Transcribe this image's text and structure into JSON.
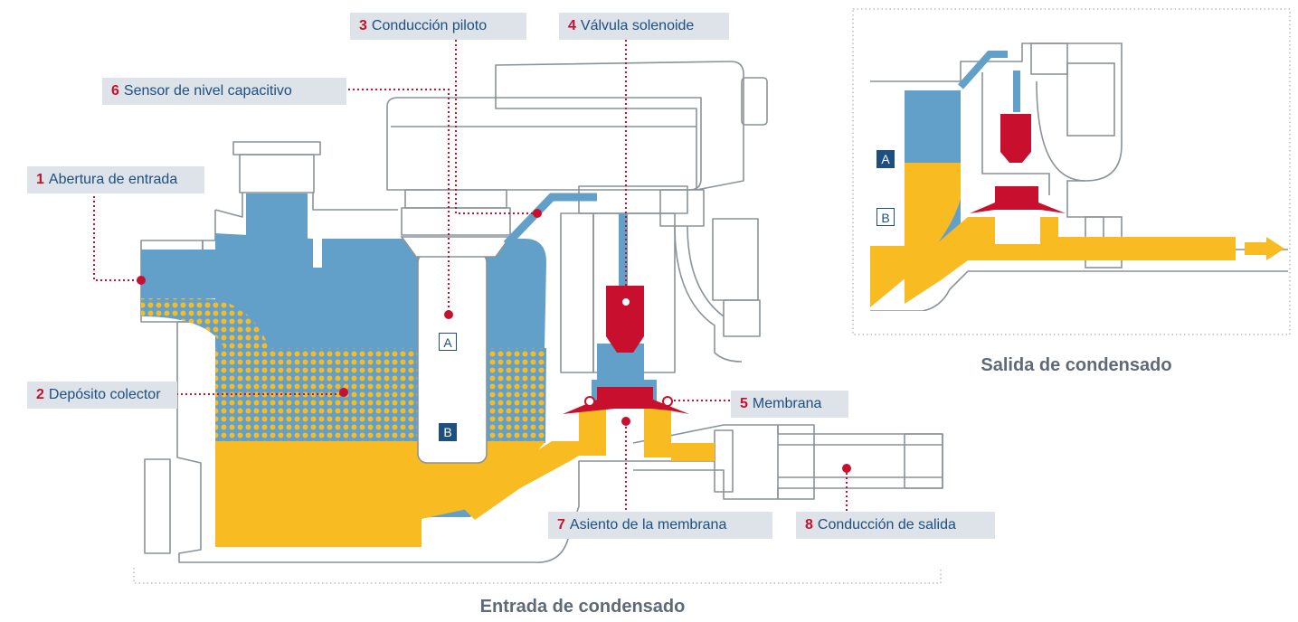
{
  "labels": [
    {
      "num": "1",
      "text": "Abertura de entrada"
    },
    {
      "num": "2",
      "text": "Depósito colector"
    },
    {
      "num": "3",
      "text": "Conducción piloto"
    },
    {
      "num": "4",
      "text": "Válvula solenoide"
    },
    {
      "num": "5",
      "text": "Membrana"
    },
    {
      "num": "6",
      "text": "Sensor de nivel capacitivo"
    },
    {
      "num": "7",
      "text": "Asiento de la  membrana"
    },
    {
      "num": "8",
      "text": "Conducción de salida"
    }
  ],
  "level_markers": {
    "upper": "A",
    "lower": "B"
  },
  "captions": {
    "inlet": "Entrada de condensado",
    "outlet": "Salida de condensado"
  },
  "colors": {
    "label_bg": "#dde3e9",
    "label_text": "#1d4f80",
    "accent_red": "#c8102e",
    "air_blue": "#62a0ca",
    "condensate_yellow": "#f9bb22",
    "marker_navy": "#1d4f80",
    "outline_gray": "#8a9399",
    "caption_gray": "#5e6a76"
  }
}
